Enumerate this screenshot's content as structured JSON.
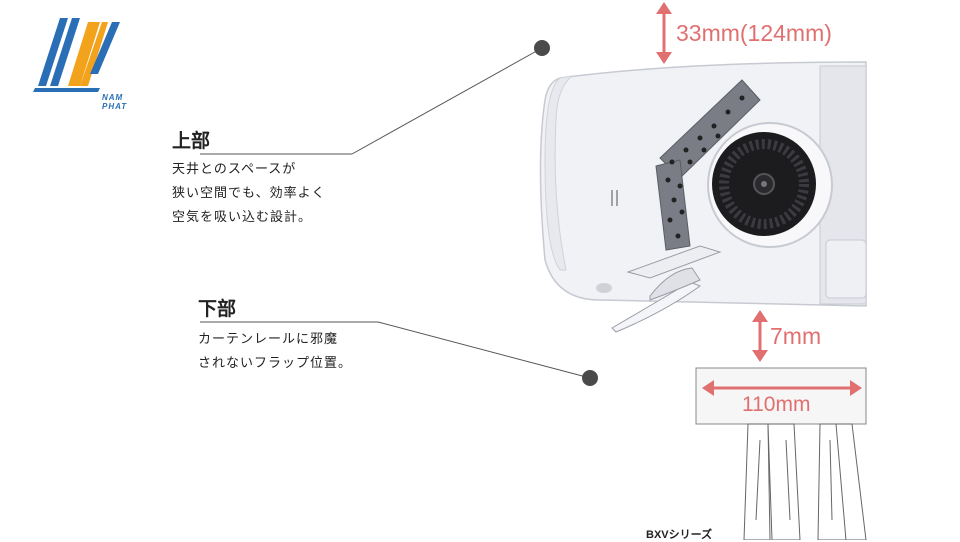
{
  "logo": {
    "text": "NAM PHAT"
  },
  "upper": {
    "heading": "上部",
    "lines": [
      "天井とのスペースが",
      "狭い空間でも、効率よく",
      "空気を吸い込む設計。"
    ]
  },
  "lower": {
    "heading": "下部",
    "lines": [
      "カーテンレールに邪魔",
      "されないフラップ位置。"
    ]
  },
  "dimensions": {
    "top": "33mm(124mm)",
    "bottom": "7mm",
    "rail_width": "110mm"
  },
  "caption": "BXVシリーズ",
  "colors": {
    "dimension": "#e07070",
    "dot": "#4a4a4a",
    "rail_fill": "#f6f6f6"
  }
}
